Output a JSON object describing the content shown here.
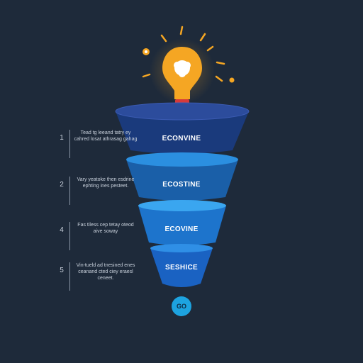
{
  "funnel": {
    "stages": [
      {
        "label": "ECONVINE"
      },
      {
        "label": "ECOSTINE"
      },
      {
        "label": "ECOVINE"
      },
      {
        "label": "SESHICE"
      }
    ]
  },
  "steps": [
    {
      "number": "1",
      "text": "Tead tg leeand tatry ey cahred losat athrasag gahag"
    },
    {
      "number": "2",
      "text": "Vary yeatoke then esdrine ephting ines pesteet."
    },
    {
      "number": "4",
      "text": "Fas tiless cep tetay oteod aive soway"
    },
    {
      "number": "5",
      "text": "Vin-tueld ad tnesined enes ceanand cted ciey eraesl ceneet."
    }
  ],
  "go_button": {
    "label": "GO"
  },
  "colors": {
    "background": "#1e2a3a",
    "bulb": "#f5a623",
    "accent": "#1da3e0"
  }
}
